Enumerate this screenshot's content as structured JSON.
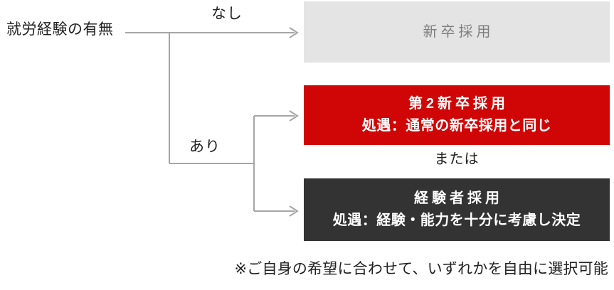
{
  "diagram": {
    "source_label": "就労経験の有無",
    "edges": [
      {
        "label": "なし",
        "to": "new-grad"
      },
      {
        "label": "あり",
        "to": "second-new-grad / experienced"
      }
    ],
    "or_label": "または",
    "footnote": "※ご自身の希望に合わせて、いずれかを自由に選択可能",
    "boxes": [
      {
        "id": "new-grad",
        "title": "新卒採用",
        "subtitle": "",
        "bg_color": "#e4e4e4",
        "text_color": "#7f7f7f"
      },
      {
        "id": "second-new-grad",
        "title": "第2新卒採用",
        "subtitle": "処遇：通常の新卒採用と同じ",
        "bg_color": "#d00505",
        "text_color": "#ffffff"
      },
      {
        "id": "experienced",
        "title": "経験者採用",
        "subtitle": "処遇：経験・能力を十分に考慮し決定",
        "bg_color": "#333333",
        "text_color": "#ffffff"
      }
    ],
    "connector_color": "#a6a6a6"
  }
}
